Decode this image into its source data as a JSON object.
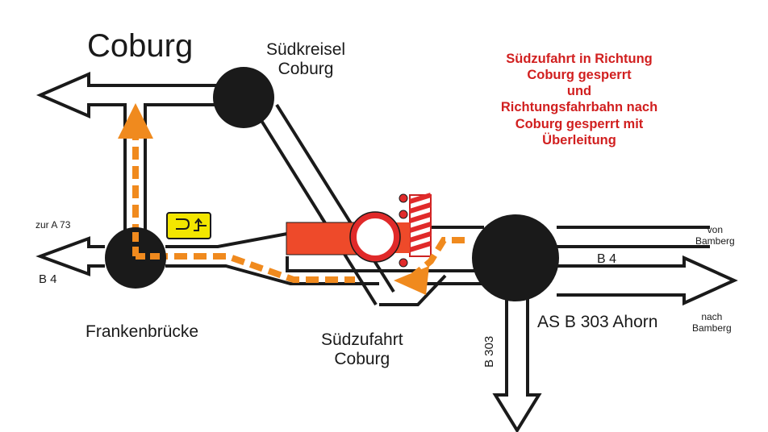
{
  "title": "Coburg",
  "labels": {
    "suedkreisel_line1": "Südkreisel",
    "suedkreisel_line2": "Coburg",
    "frankenbruecke": "Frankenbrücke",
    "suedzufahrt_line1": "Südzufahrt",
    "suedzufahrt_line2": "Coburg",
    "ahorn": "AS B 303 Ahorn",
    "zur_a73": "zur A 73",
    "b4_left": "B 4",
    "b4_right": "B 4",
    "b303": "B 303",
    "von_bamberg_line1": "von",
    "von_bamberg_line2": "Bamberg",
    "nach_bamberg_line1": "nach",
    "nach_bamberg_line2": "Bamberg"
  },
  "notice": {
    "line1": "Südzufahrt in Richtung",
    "line2": "Coburg gesperrt",
    "line3": "und",
    "line4": "Richtungsfahrbahn nach",
    "line5": "Coburg gesperrt mit",
    "line6": "Überleitung"
  },
  "colors": {
    "road_outline": "#1a1a1a",
    "node": "#1a1a1a",
    "detour": "#f08a1e",
    "barrier": "#ee4a2a",
    "notice_text": "#d11f1f",
    "sign_yellow": "#f3e600"
  },
  "icons": {
    "detour_sign": "u-turn-sign-icon",
    "no_entry_sign": "prohibition-sign-icon",
    "barrier_board": "striped-barrier-icon"
  }
}
